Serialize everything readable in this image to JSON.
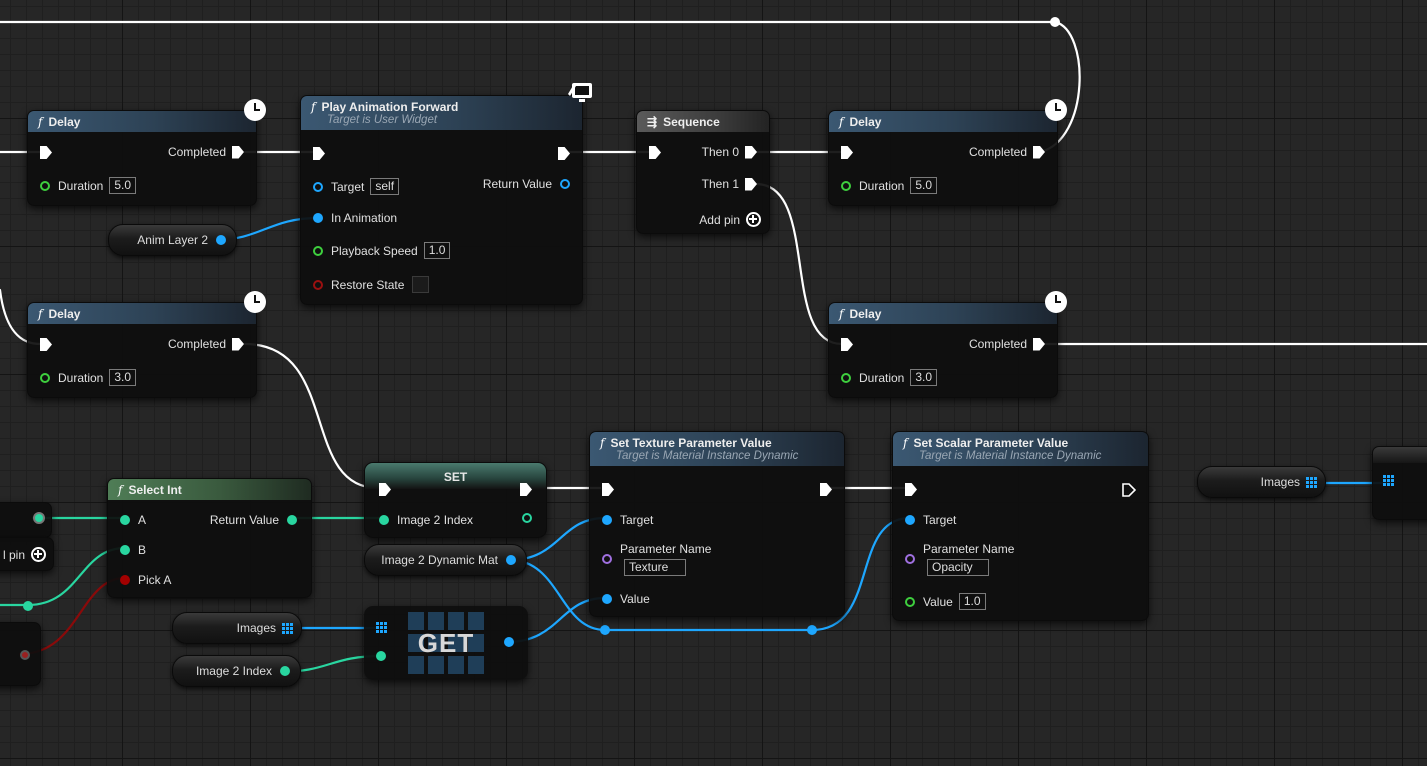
{
  "graph": {
    "delay1": {
      "title": "Delay",
      "completed": "Completed",
      "duration_label": "Duration",
      "duration_value": "5.0"
    },
    "delay2": {
      "title": "Delay",
      "completed": "Completed",
      "duration_label": "Duration",
      "duration_value": "3.0"
    },
    "delay3": {
      "title": "Delay",
      "completed": "Completed",
      "duration_label": "Duration",
      "duration_value": "5.0"
    },
    "delay4": {
      "title": "Delay",
      "completed": "Completed",
      "duration_label": "Duration",
      "duration_value": "3.0"
    },
    "play_anim": {
      "title": "Play Animation Forward",
      "subtitle": "Target is User Widget",
      "target_label": "Target",
      "target_value": "self",
      "return_label": "Return Value",
      "in_anim_label": "In Animation",
      "speed_label": "Playback Speed",
      "speed_value": "1.0",
      "restore_label": "Restore State"
    },
    "anim_layer_var": "Anim Layer 2",
    "sequence": {
      "title": "Sequence",
      "then0": "Then 0",
      "then1": "Then 1",
      "add_pin": "Add pin"
    },
    "set_texture": {
      "title": "Set Texture Parameter Value",
      "subtitle": "Target is Material Instance Dynamic",
      "target_label": "Target",
      "param_label": "Parameter Name",
      "param_value": "Texture",
      "value_label": "Value"
    },
    "set_scalar": {
      "title": "Set Scalar Parameter Value",
      "subtitle": "Target is Material Instance Dynamic",
      "target_label": "Target",
      "param_label": "Parameter Name",
      "param_value": "Opacity",
      "value_label": "Value",
      "value_value": "1.0"
    },
    "select_int": {
      "title": "Select Int",
      "a": "A",
      "b": "B",
      "pick": "Pick A",
      "return": "Return Value"
    },
    "set_node": {
      "title": "SET",
      "var": "Image 2 Index"
    },
    "image2_mat_var": "Image 2 Dynamic Mat",
    "images_var": "Images",
    "images_var_right": "Images",
    "image2_index_var": "Image 2 Index",
    "get_node": "GET",
    "partial_add_pin": "l pin"
  },
  "colors": {
    "exec": "#ffffff",
    "object": "#1ea7ff",
    "float": "#3ecf3e",
    "int": "#29d6a0",
    "bool": "#a30000",
    "name": "#a070e0",
    "function_header": "#3b5872",
    "pure_header": "#4f7d56"
  },
  "icons": [
    "clock-icon",
    "monitor-icon",
    "sequence-icon",
    "function-icon",
    "array-icon",
    "add-pin-icon"
  ]
}
